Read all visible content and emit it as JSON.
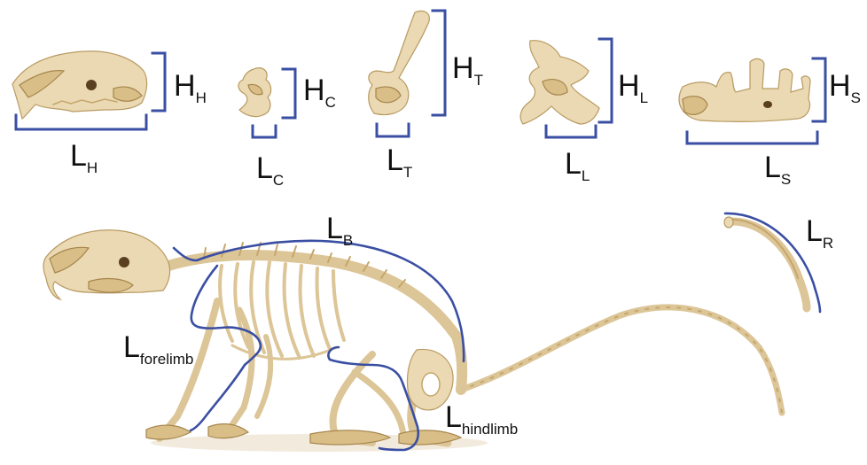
{
  "labels": {
    "LH": {
      "main": "L",
      "sub": "H"
    },
    "HH": {
      "main": "H",
      "sub": "H"
    },
    "LC": {
      "main": "L",
      "sub": "C"
    },
    "HC": {
      "main": "H",
      "sub": "C"
    },
    "LT": {
      "main": "L",
      "sub": "T"
    },
    "HT": {
      "main": "H",
      "sub": "T"
    },
    "LL": {
      "main": "L",
      "sub": "L"
    },
    "HL": {
      "main": "H",
      "sub": "L"
    },
    "LS": {
      "main": "L",
      "sub": "S"
    },
    "HS": {
      "main": "H",
      "sub": "S"
    },
    "LB": {
      "main": "L",
      "sub": "B"
    },
    "LR": {
      "main": "L",
      "sub": "R"
    },
    "Lfore": {
      "main": "L",
      "sub": "forelimb"
    },
    "Lhind": {
      "main": "L",
      "sub": "hindlimb"
    }
  },
  "colors": {
    "measure_line": "#3a4fa3",
    "bone_light": "#ead9b2",
    "bone_dark": "#d9bf87",
    "text": "#111111"
  }
}
